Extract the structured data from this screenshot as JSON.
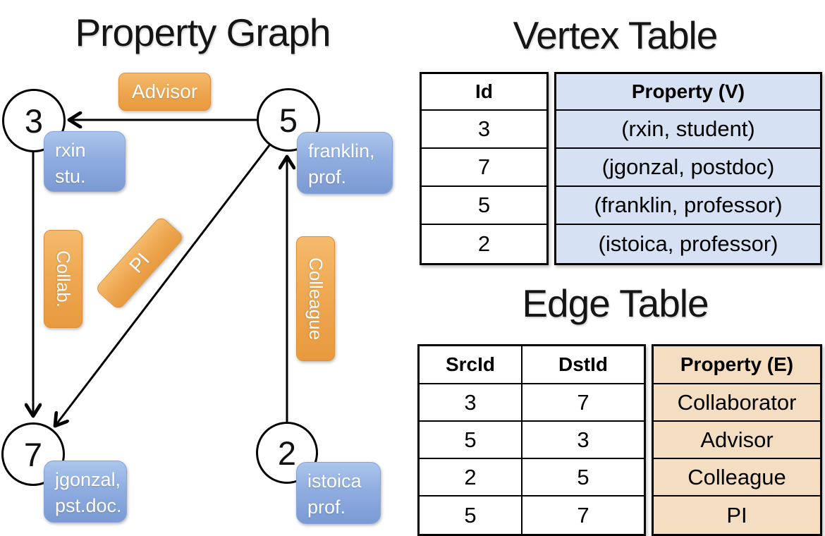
{
  "titles": {
    "graph": "Property Graph",
    "vertex_table": "Vertex Table",
    "edge_table": "Edge Table"
  },
  "colors": {
    "edge_label_orange": "#eda54f",
    "vertex_label_blue": "#8fade0",
    "vertex_table_fill": "#d6e1f3",
    "edge_table_fill": "#f4ddc1",
    "line_black": "#000000",
    "text_white": "#ffffff"
  },
  "graph": {
    "vertices": [
      {
        "id": "3",
        "label_lines": [
          "rxin",
          "stu."
        ]
      },
      {
        "id": "5",
        "label_lines": [
          "franklin,",
          "prof."
        ]
      },
      {
        "id": "7",
        "label_lines": [
          "jgonzal,",
          "pst.doc."
        ]
      },
      {
        "id": "2",
        "label_lines": [
          "istoica",
          "prof."
        ]
      }
    ],
    "edges": [
      {
        "label": "Advisor",
        "src": "5",
        "dst": "3"
      },
      {
        "label": "Collab.",
        "src": "3",
        "dst": "7"
      },
      {
        "label": "PI",
        "src": "5",
        "dst": "7"
      },
      {
        "label": "Colleague",
        "src": "2",
        "dst": "5"
      }
    ]
  },
  "vertex_table": {
    "headers": [
      "Id",
      "Property (V)"
    ],
    "rows": [
      [
        "3",
        "(rxin, student)"
      ],
      [
        "7",
        "(jgonzal, postdoc)"
      ],
      [
        "5",
        "(franklin, professor)"
      ],
      [
        "2",
        "(istoica, professor)"
      ]
    ]
  },
  "edge_table": {
    "headers": [
      "SrcId",
      "DstId",
      "Property (E)"
    ],
    "rows": [
      [
        "3",
        "7",
        "Collaborator"
      ],
      [
        "5",
        "3",
        "Advisor"
      ],
      [
        "2",
        "5",
        "Colleague"
      ],
      [
        "5",
        "7",
        "PI"
      ]
    ]
  }
}
